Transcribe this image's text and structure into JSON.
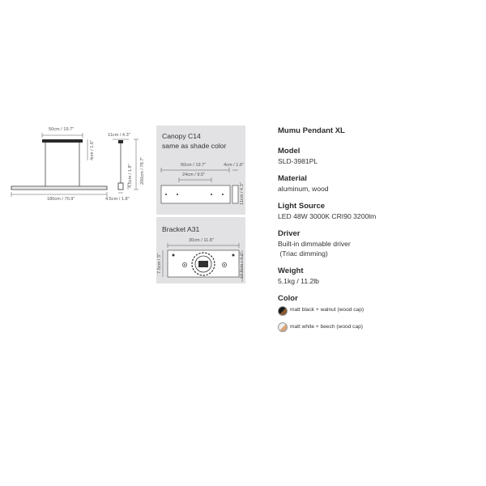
{
  "product_title": "Mumu Pendant XL",
  "specs": [
    {
      "label": "Model",
      "values": [
        "SLD-3981PL"
      ]
    },
    {
      "label": "Material",
      "values": [
        "aluminum, wood"
      ]
    },
    {
      "label": "Light Source",
      "values": [
        "LED 48W 3000K CRI90 3200lm"
      ]
    },
    {
      "label": "Driver",
      "values": [
        "Built-in dimmable driver",
        " (Triac dimming)"
      ]
    },
    {
      "label": "Weight",
      "values": [
        "5.1kg / 11.2lb"
      ]
    }
  ],
  "color_section": {
    "label": "Color",
    "options": [
      {
        "name": "matt black + walnut (wood cap)",
        "swatch_colors": [
          "#1a1a1a",
          "#8a5a32"
        ]
      },
      {
        "name": "matt white + beech (wood cap)",
        "swatch_colors": [
          "#f0f0f0",
          "#d9a57a"
        ]
      }
    ]
  },
  "diagram": {
    "dims": {
      "canopy_width": "50cm / 19.7\"",
      "fixture_height": "4cm / 1.6\"",
      "side_width": "11cm / 4.3\"",
      "side_height": "4.5cm / 1.8\"",
      "cable_length": "200cm / 78.7\"",
      "length": "180cm / 70.9\"",
      "side_depth": "4.5cm / 1.8\""
    }
  },
  "canopy_panel": {
    "title_line1": "Canopy  C14",
    "title_line2": "same as shade color",
    "dims": {
      "width": "50cm / 19.7\"",
      "depth": "4cm / 1.6\"",
      "hole_spacing": "24cm / 9.5\"",
      "height": "11cm / 4.3\""
    }
  },
  "bracket_panel": {
    "title": "Bracket  A31",
    "dims": {
      "width": "30cm / 11.8\"",
      "left_height": "7.5cm / 3\"",
      "right_height": "10.6cm / 4.2\""
    }
  }
}
